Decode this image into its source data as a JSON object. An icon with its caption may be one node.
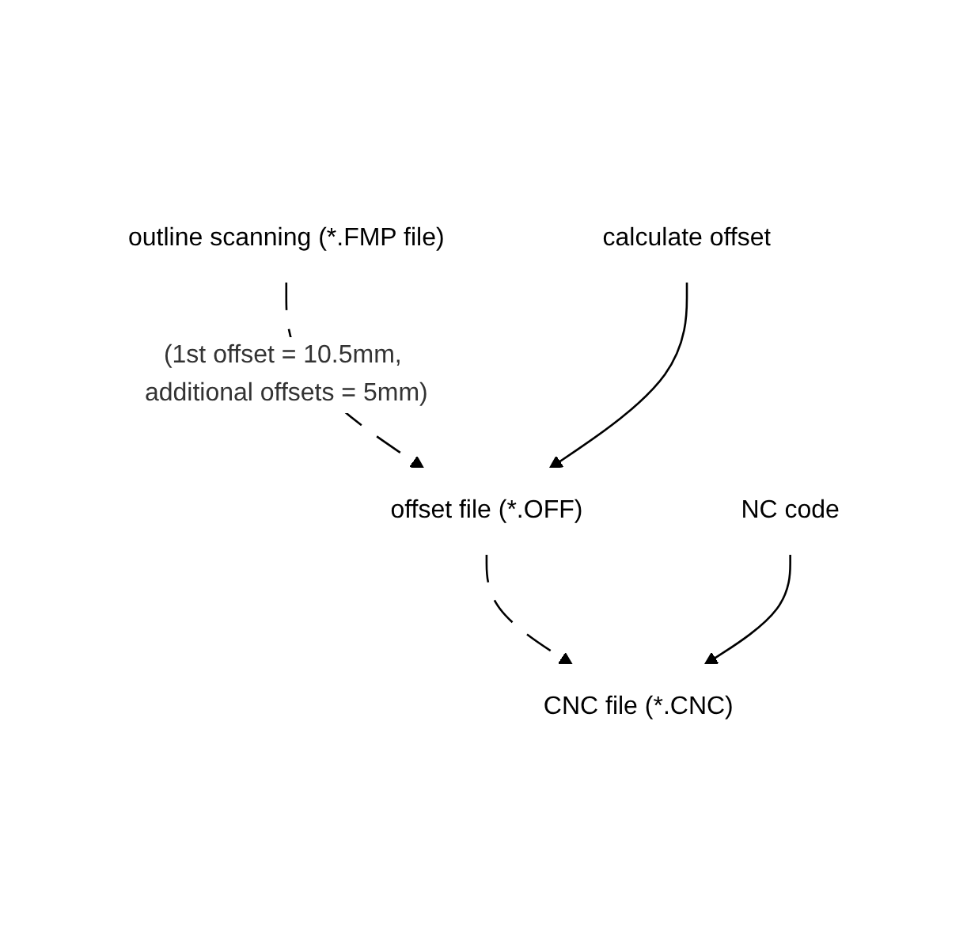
{
  "diagram": {
    "nodes": [
      {
        "text": [
          "outline scanning (*.FMP file)"
        ]
      },
      {
        "text": [
          "calculate offset"
        ]
      },
      {
        "text": [
          "offset file (*.OFF)"
        ]
      },
      {
        "text": [
          "NC code"
        ]
      },
      {
        "text": [
          "CNC file (*.CNC)"
        ]
      }
    ],
    "edges": [
      {
        "from": 0,
        "to": 2,
        "arrow": "to",
        "style": "dashed",
        "label": "(1st offset = 10.5mm, additional offsets = 5mm)"
      },
      {
        "from": 1,
        "to": 2,
        "arrow": "to"
      },
      {
        "from": 2,
        "to": 4,
        "arrow": "to",
        "style": "dashed"
      },
      {
        "from": 3,
        "to": 4,
        "arrow": "to"
      }
    ]
  }
}
